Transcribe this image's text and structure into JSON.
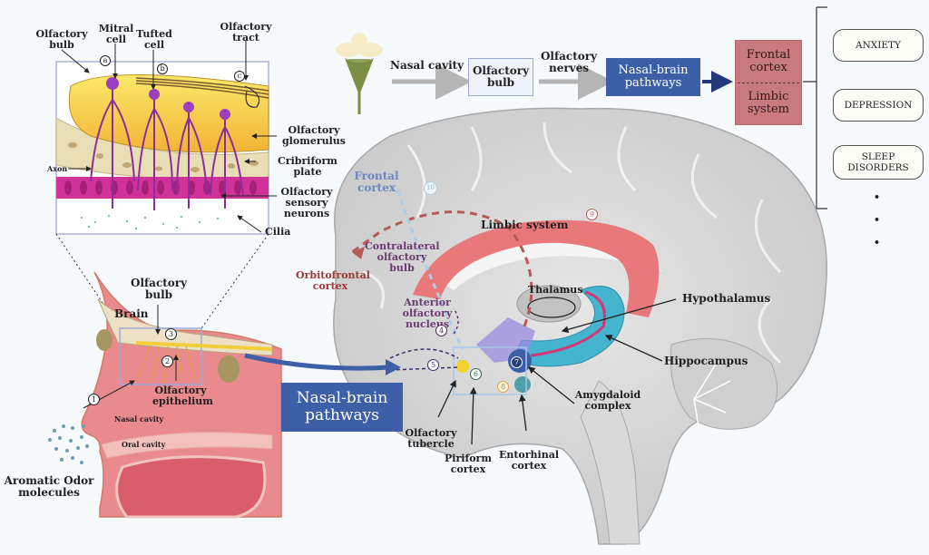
{
  "flow": {
    "step1_label": "Nasal cavity",
    "step2_box": "Olfactory bulb",
    "step3_label": "Olfactory nerves",
    "step4_box": "Nasal-brain pathways",
    "target_top": "Frontal cortex",
    "target_bottom": "Limbic system",
    "outcomes": [
      "ANXIETY",
      "DEPRESSION",
      "SLEEP DISORDERS"
    ],
    "ellipsis": [
      "•",
      "•",
      "•"
    ]
  },
  "inset": {
    "labels": {
      "olfactory_bulb": "Olfactory bulb",
      "mitral_cell": "Mitral cell",
      "tufted_cell": "Tufted cell",
      "olfactory_tract": "Olfactory tract",
      "glomerulus": "Olfactory glomerulus",
      "cribriform": "Cribriform plate",
      "sensory_neurons": "Olfactory sensory neurons",
      "cilia": "Cilia",
      "axon": "Axon"
    },
    "markers": [
      "a",
      "b",
      "c"
    ]
  },
  "head": {
    "labels": {
      "olfactory_bulb": "Olfactory bulb",
      "brain": "Brain",
      "epithelium": "Olfactory epithelium",
      "nasal_cavity": "Nasal cavity",
      "oral_cavity": "Oral cavity",
      "odor": "Aromatic Odor molecules"
    },
    "markers": [
      "1",
      "2",
      "3"
    ]
  },
  "brain": {
    "pathway_box": "Nasal-brain pathways",
    "labels": {
      "frontal_cortex": "Frontal cortex",
      "limbic_system": "Limbic system",
      "contralateral": "Contralateral olfactory bulb",
      "orbitofrontal": "Orbitofrontal cortex",
      "anterior_nucleus": "Anterior olfactory nucleus",
      "thalamus": "Thalamus",
      "hypothalamus": "Hypothalamus",
      "hippocampus": "Hippocampus",
      "amygdaloid": "Amygdaloid complex",
      "olfactory_tubercle": "Olfactory tubercle",
      "piriform": "Piriform cortex",
      "entorhinal": "Entorhinal cortex"
    },
    "markers": [
      "4",
      "5",
      "6",
      "7",
      "8",
      "9",
      "10"
    ]
  },
  "colors": {
    "pathway_blue": "#3d5fa8",
    "target_red": "#c97a7e",
    "limbic_pink": "#e9787a",
    "hippocampus_cyan": "#44b4cf",
    "bulb_yellow": "#f7dc4a",
    "neuron_purple": "#8a2e9e",
    "epithelium_magenta": "#d0329a",
    "tissue_pink": "#e98a8e"
  }
}
